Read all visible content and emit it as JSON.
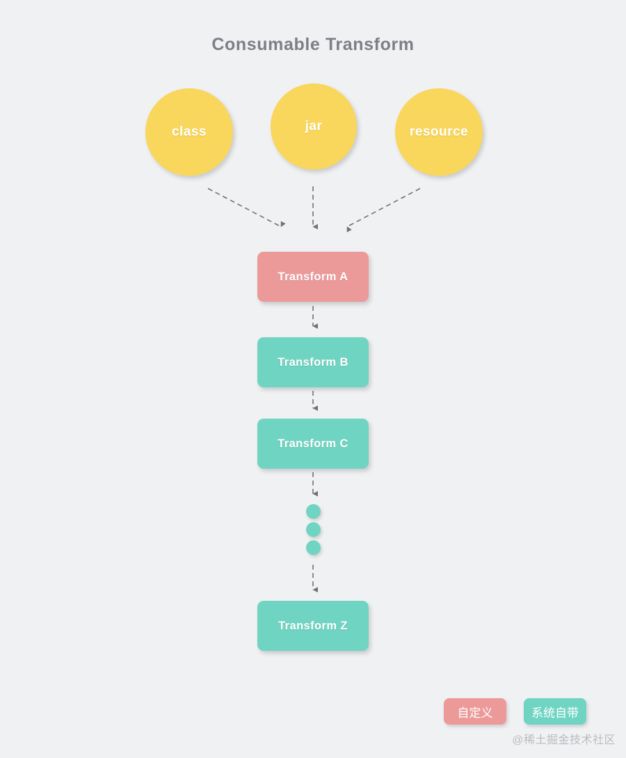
{
  "diagram": {
    "title": "Consumable Transform",
    "background_color": "#f0f1f2",
    "title_color": "#7c7f86",
    "colors": {
      "source": "#f9d65c",
      "custom": "#ec9a99",
      "system": "#6fd4c2",
      "arrow": "#6e7278"
    },
    "sources": [
      {
        "id": "class",
        "label": "class"
      },
      {
        "id": "jar",
        "label": "jar"
      },
      {
        "id": "resource",
        "label": "resource"
      }
    ],
    "nodes": [
      {
        "id": "a",
        "label": "Transform A",
        "kind": "custom"
      },
      {
        "id": "b",
        "label": "Transform B",
        "kind": "system"
      },
      {
        "id": "c",
        "label": "Transform C",
        "kind": "system"
      },
      {
        "id": "z",
        "label": "Transform Z",
        "kind": "system"
      }
    ],
    "ellipsis_dots": 3,
    "legend": [
      {
        "id": "custom",
        "label": "自定义",
        "color": "#ec9a99"
      },
      {
        "id": "system",
        "label": "系统自带",
        "color": "#6fd4c2"
      }
    ],
    "watermark": "@稀土掘金技术社区"
  }
}
